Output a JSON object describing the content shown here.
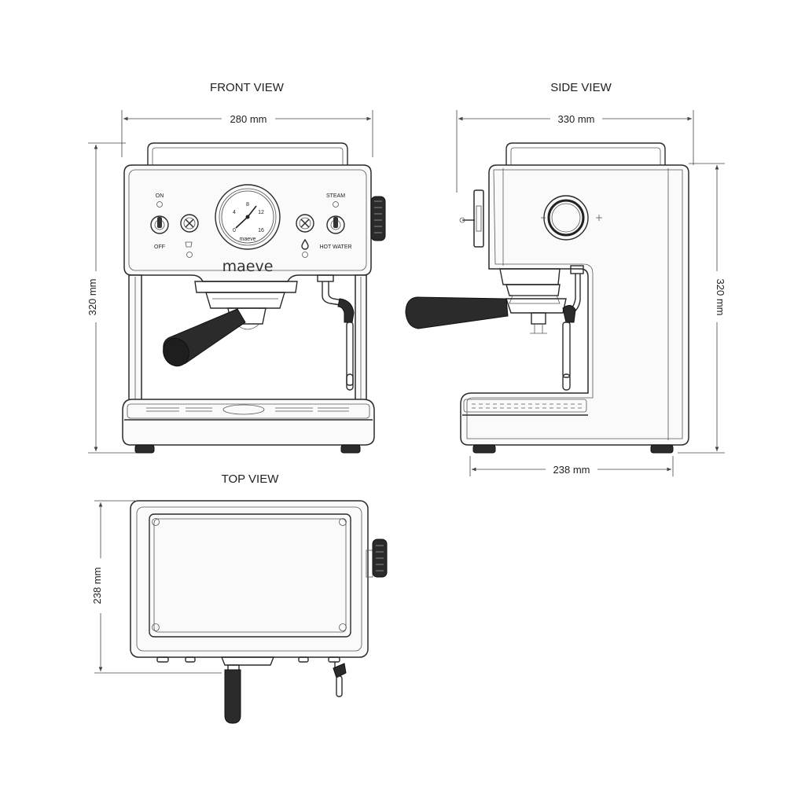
{
  "views": {
    "front": {
      "title": "FRONT VIEW",
      "width_label": "280 mm",
      "height_label": "320 mm",
      "on_label": "ON",
      "off_label": "OFF",
      "steam_label": "STEAM",
      "hot_water_label": "HOT WATER",
      "brand": "maeve",
      "gauge": {
        "ticks": [
          "4",
          "8",
          "12",
          "16",
          "0"
        ],
        "brand": "maeve"
      }
    },
    "side": {
      "title": "SIDE VIEW",
      "depth_label": "330 mm",
      "height_label": "320 mm",
      "base_label": "238 mm"
    },
    "top": {
      "title": "TOP VIEW",
      "depth_label": "238 mm"
    }
  }
}
